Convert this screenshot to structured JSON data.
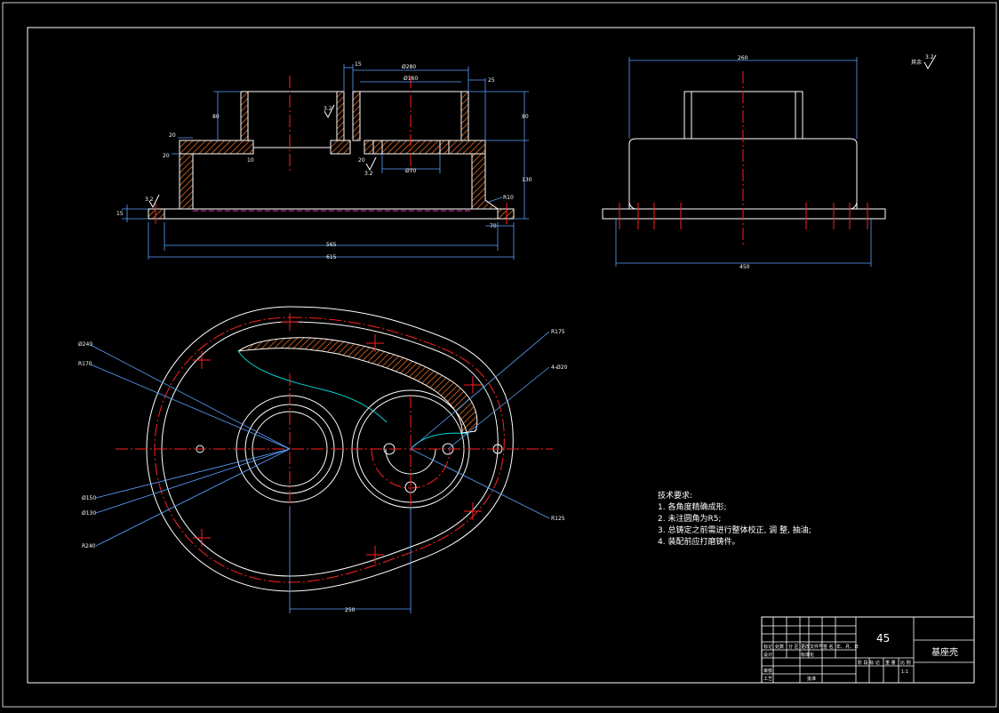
{
  "colors": {
    "background": "#000000",
    "outline": "#ffffff",
    "centerline": "#ff2020",
    "dimension": "#5aa0ff",
    "hidden": "#ff30c0",
    "profile": "#00d8d8"
  },
  "front_view": {
    "dims": {
      "d_15_top": "15",
      "d_phi280": "Ø280",
      "d_phi160": "Ø160",
      "d_25": "25",
      "d_80_left": "80",
      "d_80_right": "80",
      "d_20_a": "20",
      "d_20_b": "20",
      "d_10": "10",
      "d_20_c": "20",
      "d_phi70": "Ø70",
      "d_130": "130",
      "d_r10": "R10",
      "d_15_left": "15",
      "d_70": "70",
      "d_565": "565",
      "d_615": "615"
    },
    "roughness": {
      "r1": "3.2",
      "r2": "3.2",
      "r3": "3.2"
    }
  },
  "side_view": {
    "dims": {
      "d_260": "260",
      "d_450": "450"
    },
    "general_roughness": "其余"
  },
  "plan_view": {
    "dims": {
      "d_phi240": "Ø240",
      "d_r170": "R170",
      "d_phi150": "Ø150",
      "d_phi130": "Ø130",
      "d_r240": "R240",
      "d_r175": "R175",
      "d_4phi20": "4-Ø20",
      "d_r125": "R125",
      "d_250": "250"
    }
  },
  "tech_requirements": {
    "title": "技术要求:",
    "items": [
      "1. 各角度精确成形;",
      "2. 未注圆角为R5;",
      "3. 总铸定之前需进行整体校正, 调   整, 抽油;",
      "4. 装配前应打磨铸件。"
    ]
  },
  "title_block": {
    "material": "45",
    "part_name": "基座壳",
    "scale": "1:1",
    "headers": [
      "标记",
      "处数",
      "分 区",
      "更改文件号",
      "签 名",
      "年、月、日"
    ],
    "rows": [
      "设计",
      "审核",
      "工艺"
    ],
    "std_label": "标准化",
    "approve_label": "批准",
    "stage_label": "阶 段 标 记",
    "weight_label": "重 量",
    "scale_label": "比 例"
  }
}
